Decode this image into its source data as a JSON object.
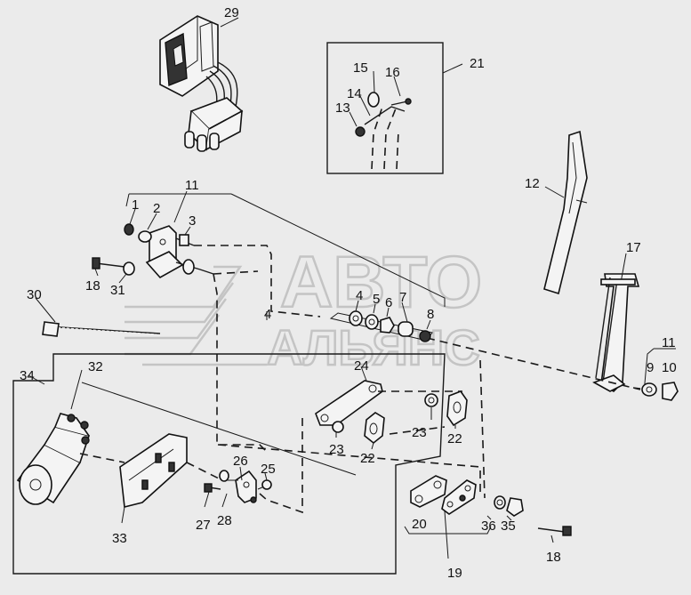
{
  "watermark": {
    "line1": "АВТО",
    "line2": "АЛЬЯНС"
  },
  "callouts": [
    {
      "id": "c29",
      "text": "29"
    },
    {
      "id": "c21",
      "text": "21"
    },
    {
      "id": "c15",
      "text": "15"
    },
    {
      "id": "c16",
      "text": "16"
    },
    {
      "id": "c14",
      "text": "14"
    },
    {
      "id": "c13",
      "text": "13"
    },
    {
      "id": "c12",
      "text": "12"
    },
    {
      "id": "c11a",
      "text": "11"
    },
    {
      "id": "c1",
      "text": "1"
    },
    {
      "id": "c2",
      "text": "2"
    },
    {
      "id": "c3",
      "text": "3"
    },
    {
      "id": "c18a",
      "text": "18"
    },
    {
      "id": "c31",
      "text": "31"
    },
    {
      "id": "c30",
      "text": "30"
    },
    {
      "id": "c4a",
      "text": "4"
    },
    {
      "id": "c5",
      "text": "5"
    },
    {
      "id": "c6",
      "text": "6"
    },
    {
      "id": "c7",
      "text": "7"
    },
    {
      "id": "c8",
      "text": "8"
    },
    {
      "id": "c4b",
      "text": "4"
    },
    {
      "id": "c17",
      "text": "17"
    },
    {
      "id": "c11b",
      "text": "11"
    },
    {
      "id": "c9",
      "text": "9"
    },
    {
      "id": "c10",
      "text": "10"
    },
    {
      "id": "c34",
      "text": "34"
    },
    {
      "id": "c32",
      "text": "32"
    },
    {
      "id": "c24",
      "text": "24"
    },
    {
      "id": "c23a",
      "text": "23"
    },
    {
      "id": "c22a",
      "text": "22"
    },
    {
      "id": "c23b",
      "text": "23"
    },
    {
      "id": "c22b",
      "text": "22"
    },
    {
      "id": "c26",
      "text": "26"
    },
    {
      "id": "c25",
      "text": "25"
    },
    {
      "id": "c27",
      "text": "27"
    },
    {
      "id": "c28",
      "text": "28"
    },
    {
      "id": "c33",
      "text": "33"
    },
    {
      "id": "c20",
      "text": "20"
    },
    {
      "id": "c36",
      "text": "36"
    },
    {
      "id": "c35",
      "text": "35"
    },
    {
      "id": "c19",
      "text": "19"
    },
    {
      "id": "c18b",
      "text": "18"
    }
  ]
}
